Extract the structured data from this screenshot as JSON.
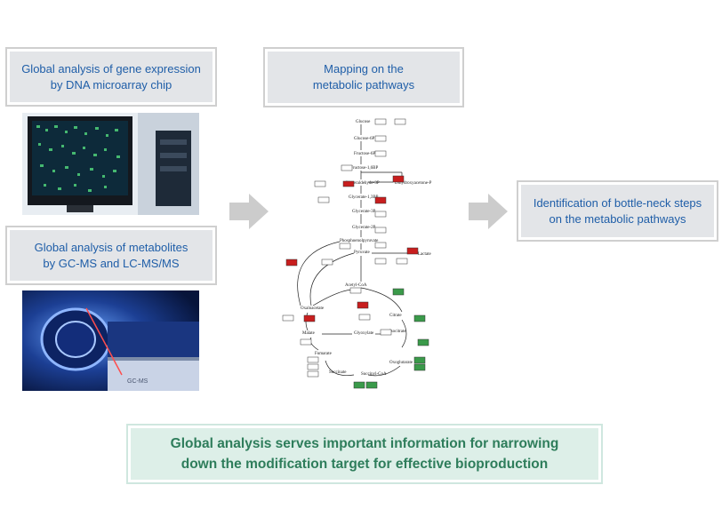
{
  "gene_box": {
    "text": "Global analysis of gene expression\nby DNA microarray chip"
  },
  "mapping_box": {
    "text": "Mapping on the\nmetabolic pathways"
  },
  "bottleneck_box": {
    "text": "Identification of bottle-neck steps\non the metabolic pathways"
  },
  "metabolite_box": {
    "text": "Global analysis of metabolites\nby GC-MS and LC-MS/MS"
  },
  "conclusion": {
    "text": "Global analysis serves important information for narrowing\ndown the modification target for effective bioproduction"
  },
  "pathway": {
    "metabolites": [
      "Glucose",
      "Glucose-6P",
      "Fructose-6P",
      "Fructose-1,6BP",
      "Dihydroxyacetone-P",
      "Glyceraldehyde-3P",
      "Glycerate-1,3BP",
      "Glycerate-3P",
      "Glycerate-2P",
      "Phosphoenolpyruvate",
      "Pyruvate",
      "Lactate",
      "Acetyl-CoA",
      "Oxaloacetate",
      "Citrate",
      "Malate",
      "Glyoxylate",
      "Isocitrate",
      "Fumarate",
      "Oxoglutarate",
      "Succinate",
      "Succinyl-CoA"
    ],
    "colors": {
      "up": "#c81e1e",
      "down": "#3a9a4a",
      "neutral": "#ffffff"
    }
  }
}
